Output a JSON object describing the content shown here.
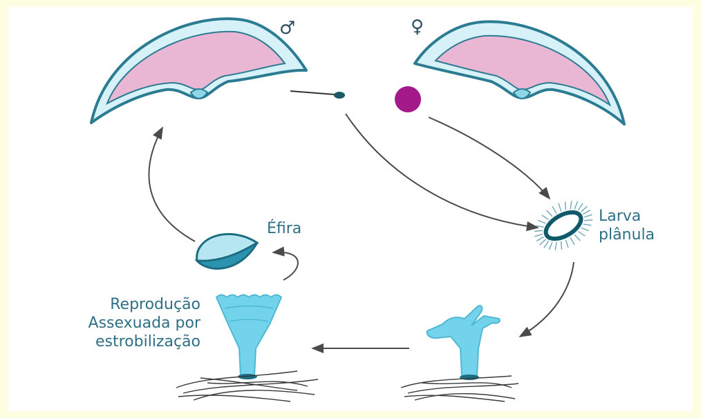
{
  "diagram": {
    "symbols": {
      "male": "♂",
      "female": "♀"
    },
    "labels": {
      "efira": "Éfira",
      "larva_line1": "Larva",
      "larva_line2": "plânula",
      "repro_line1": "Reprodução",
      "repro_line2": "Assexuada por",
      "repro_line3": "estrobilização"
    },
    "colors": {
      "background": "#fdfde2",
      "medusa_outline": "#2b7c92",
      "medusa_fill": "#d6f1f7",
      "gonad_fill": "#e9b6d3",
      "egg": "#a3198a",
      "polyp": "#72d3ea",
      "arrow": "#4a4a4a",
      "text": "#2f6f86"
    }
  }
}
